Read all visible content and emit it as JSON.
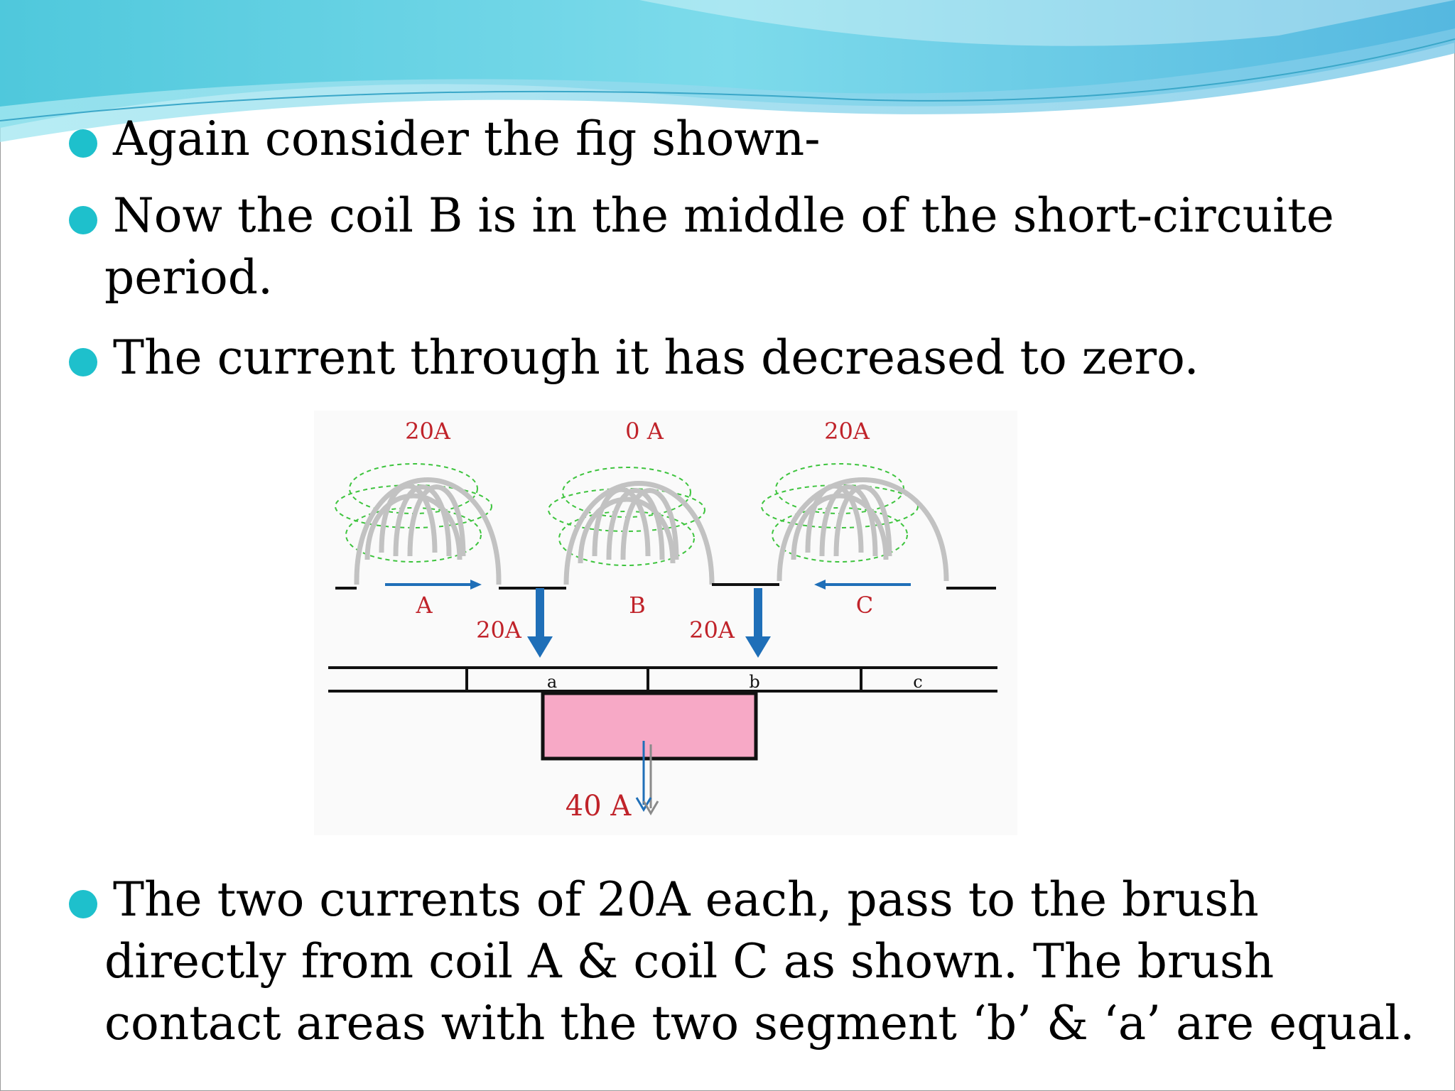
{
  "slide": {
    "bullets": [
      {
        "text": "Again consider the fig shown-"
      },
      {
        "text": "Now the coil B is in the middle of the short-circuite period."
      },
      {
        "text": "The current through it has decreased to zero."
      },
      {
        "text": "The two currents of 20A each, pass to the brush directly from coil A & coil C as shown. The brush contact areas with the two segment ‘b’ & ‘a’ are equal."
      }
    ]
  },
  "figure": {
    "coils": [
      {
        "top_current": "20A",
        "name": "A",
        "arrow": "right"
      },
      {
        "top_current": "0 A",
        "name": "B",
        "arrow": "none"
      },
      {
        "top_current": "20A",
        "name": "C",
        "arrow": "left"
      }
    ],
    "tap_currents": [
      "20A",
      "20A"
    ],
    "segments": [
      "a",
      "b",
      "c"
    ],
    "brush_current": "40 A",
    "colors": {
      "label_red": "#c0232a",
      "coil_grey": "#c2c2c2",
      "flux_green": "#3ec43e",
      "arrow_blue": "#1f6fb8",
      "brush_pink": "#f7a9c6",
      "bullet_cyan": "#1ec0cc"
    }
  }
}
